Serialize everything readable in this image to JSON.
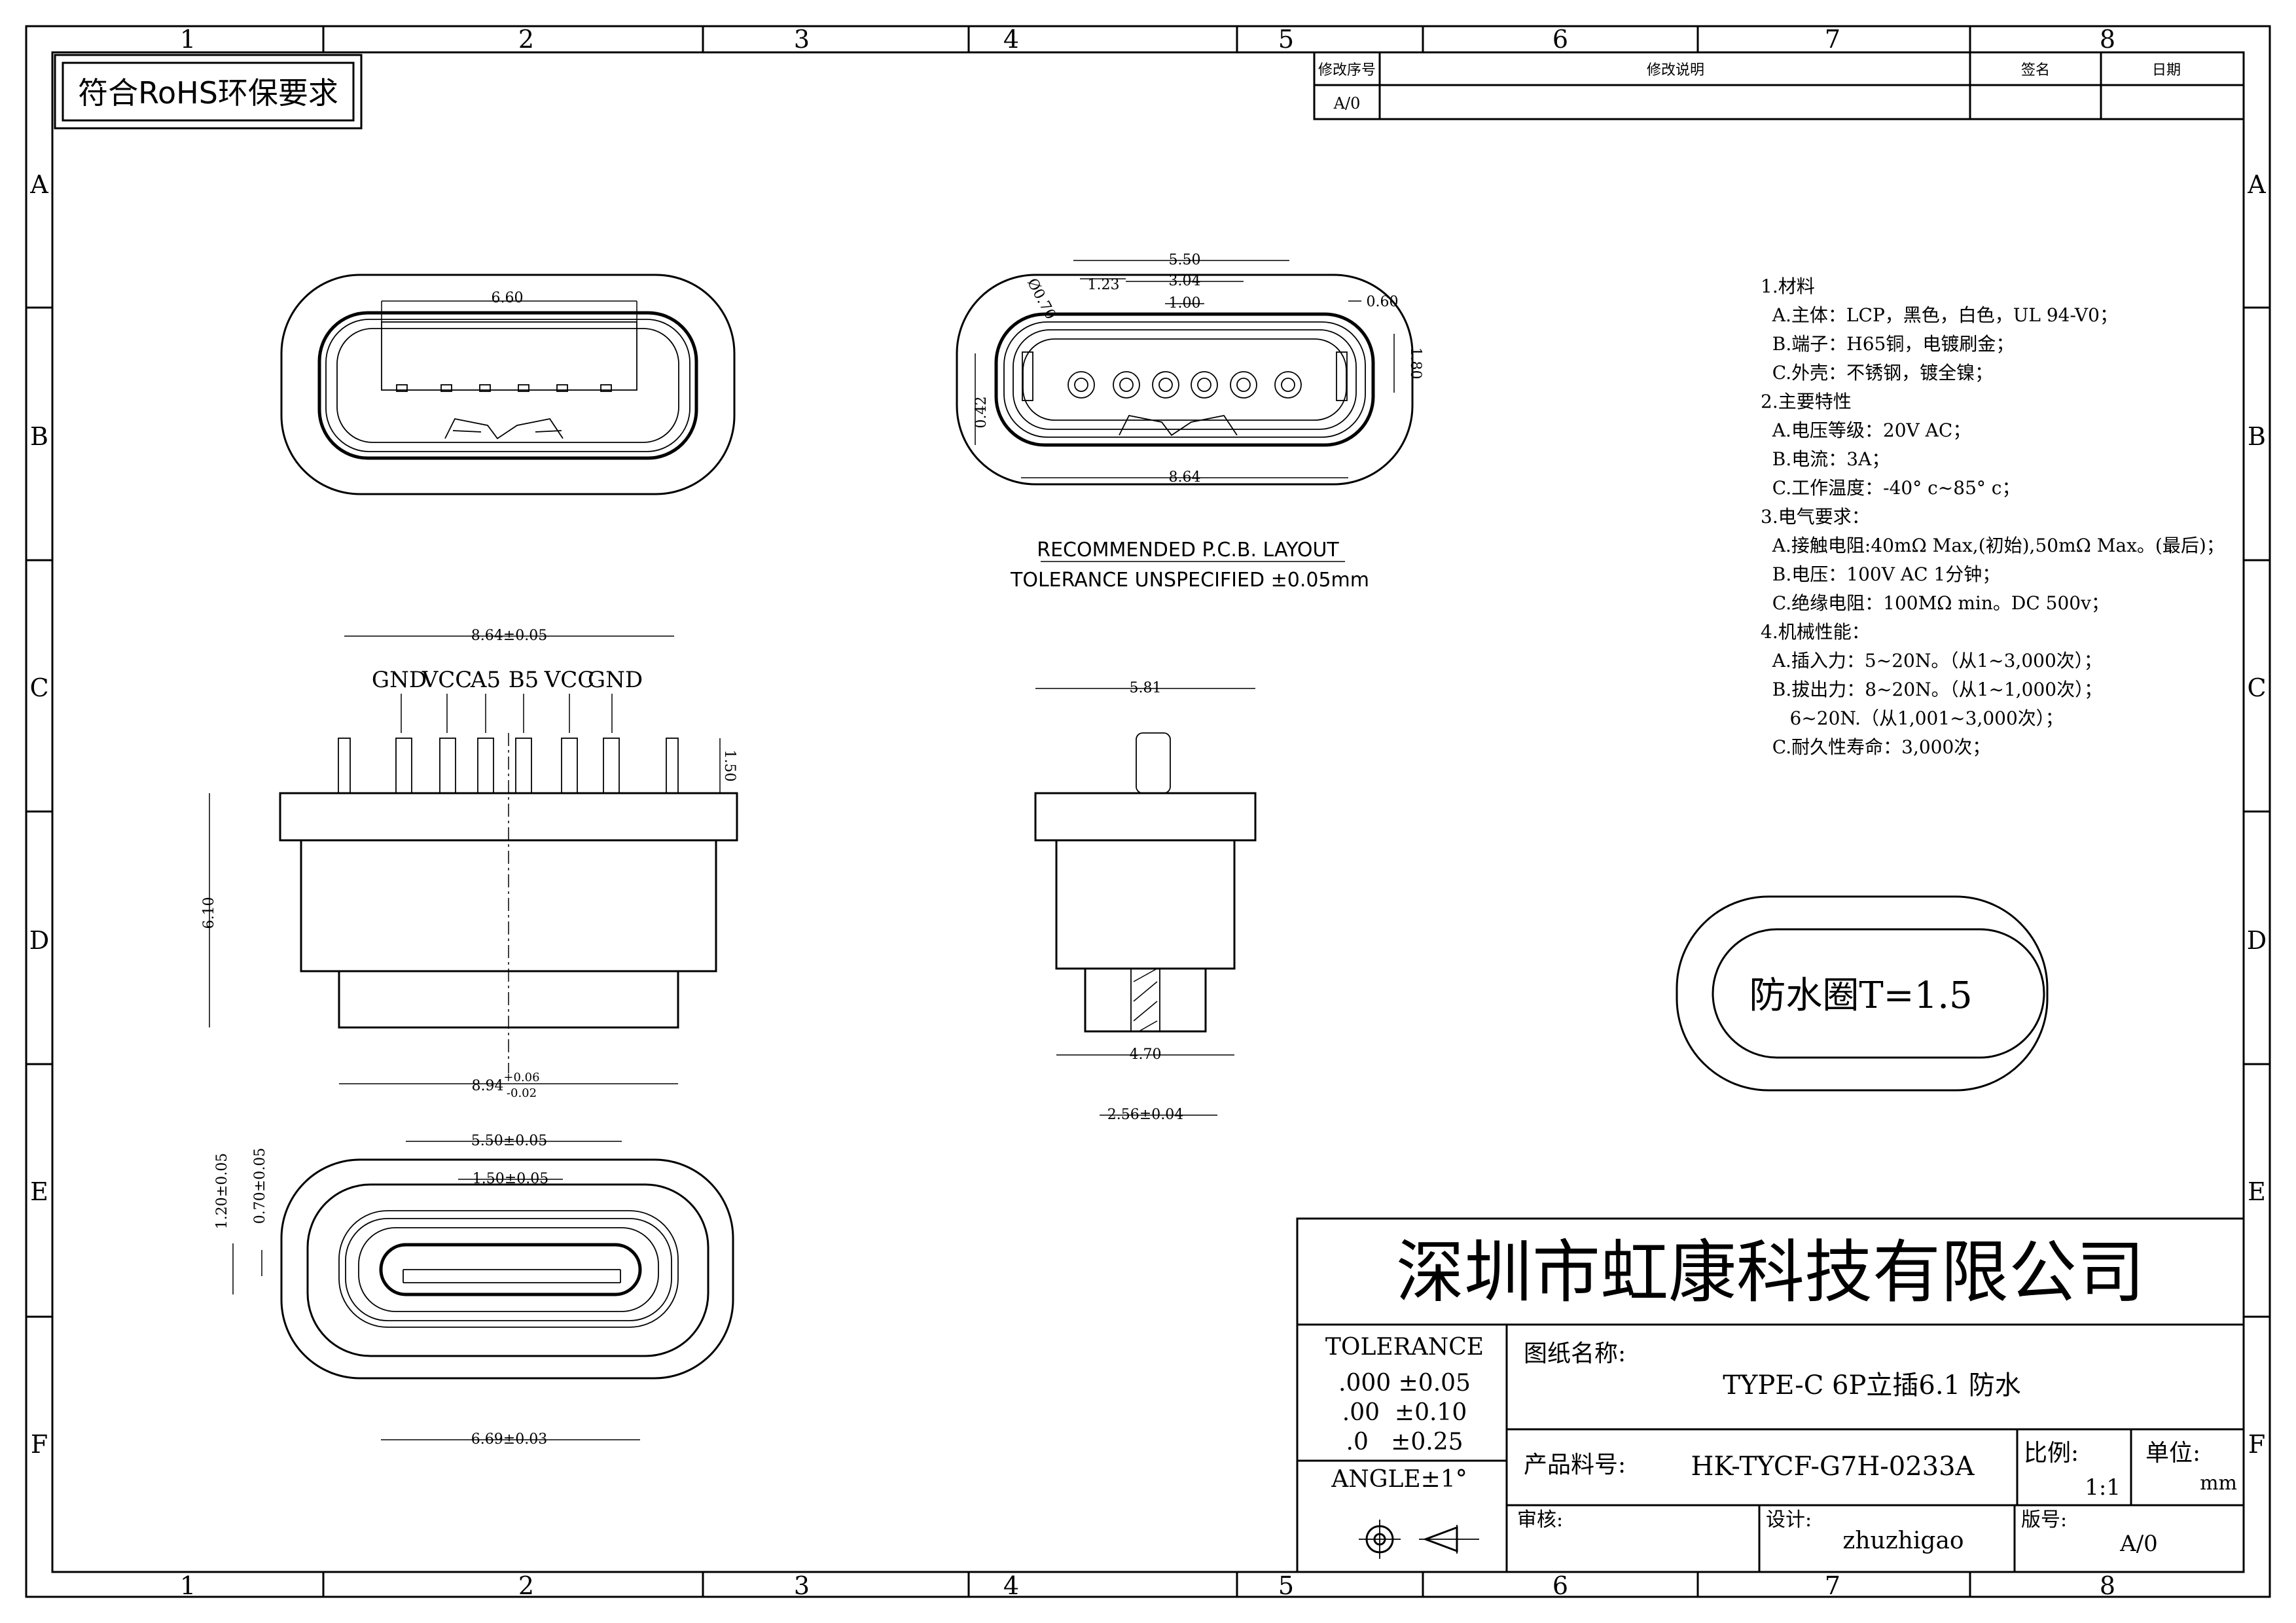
{
  "frame": {
    "columns": [
      "1",
      "2",
      "3",
      "4",
      "5",
      "6",
      "7",
      "8"
    ],
    "rows": [
      "A",
      "B",
      "C",
      "D",
      "E",
      "F"
    ]
  },
  "rohs_label": "符合RoHS环保要求",
  "revision_table": {
    "headers": [
      "修改序号",
      "修改说明",
      "签名",
      "日期"
    ],
    "rows": [
      [
        "A/0",
        "",
        "",
        ""
      ]
    ]
  },
  "views": {
    "top_view": {
      "width_dim": "6.60"
    },
    "pcb_layout": {
      "dims": [
        "5.50",
        "1.23",
        "3.04",
        "1.00",
        "0.60",
        "Ø0.70",
        "1.80",
        "0.42",
        "8.64"
      ],
      "title": "RECOMMENDED   P.C.B. LAYOUT",
      "tolerance": "TOLERANCE  UNSPECIFIED  ±0.05mm"
    },
    "front_view": {
      "pins": [
        "GND",
        "VCC",
        "A5",
        "B5",
        "VCC",
        "GND"
      ],
      "dims": [
        "8.64±0.05",
        "1.50",
        "6.10",
        "8.94",
        "+0.06",
        "-0.02"
      ]
    },
    "side_view": {
      "dims": [
        "5.81",
        "4.70",
        "2.56±0.04"
      ]
    },
    "bottom_view": {
      "dims": [
        "5.50±0.05",
        "1.50±0.05",
        "1.20±0.05",
        "0.70±0.05",
        "6.69±0.03"
      ]
    }
  },
  "specs": [
    "1.材料",
    "  A.主体：LCP，黑色，白色，UL 94-V0；",
    "  B.端子：H65铜，电镀刷金；",
    "  C.外壳：不锈钢，镀全镍；",
    "2.主要特性",
    "  A.电压等级：20V AC；",
    "  B.电流：3A；",
    "  C.工作温度：-40° c~85° c；",
    "3.电气要求：",
    "  A.接触电阻:40mΩ Max,(初始),50mΩ Max。(最后)；",
    "  B.电压：100V AC 1分钟；",
    "  C.绝缘电阻：100MΩ min。DC 500v；",
    "4.机械性能：",
    "  A.插入力：5~20N。（从1~3,000次）；",
    "  B.拔出力：8~20N。（从1~1,000次）；",
    "     6~20N.（从1,001~3,000次）；",
    "  C.耐久性寿命：3,000次；"
  ],
  "gasket_label": "防水圈T=1.5",
  "title_block": {
    "company": "深圳市虹康科技有限公司",
    "tolerance_title": "TOLERANCE",
    "tolerance_rows": [
      ".000 ±0.05",
      ".00  ±0.10",
      ".0   ±0.25"
    ],
    "angle": "ANGLE±1°",
    "drawing_name_label": "图纸名称:",
    "drawing_name": "TYPE-C 6P立插6.1 防水",
    "part_no_label": "产品料号:",
    "part_no": "HK-TYCF-G7H-0233A",
    "scale_label": "比例:",
    "scale": "1:1",
    "unit_label": "单位:",
    "unit": "mm",
    "review_label": "审核:",
    "review": "",
    "design_label": "设计:",
    "designer": "zhuzhigao",
    "version_label": "版号:",
    "version": "A/0"
  },
  "icons": [
    "projection-symbol-icon"
  ]
}
